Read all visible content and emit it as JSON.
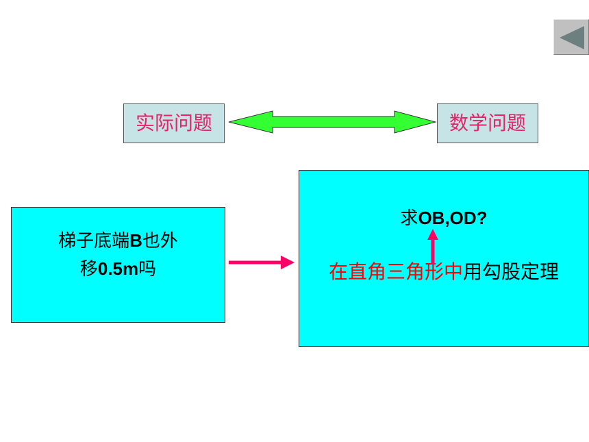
{
  "labels": {
    "practical": "实际问题",
    "math": "数学问题"
  },
  "problem": {
    "line1_pre": "梯子底端",
    "line1_b": "B",
    "line1_post": "也外",
    "line2_pre": "移",
    "line2_b": "0.5m",
    "line2_post": "吗"
  },
  "solution": {
    "q_pre": "求",
    "q_b": "OB,OD?",
    "method_red": "在直角三角形中",
    "method_black": "用勾股定理"
  },
  "colors": {
    "label_text": "#e8226a",
    "label_bg": "#c6e4e6",
    "cyan": "#00ffff",
    "green_arrow": "#33ff33",
    "pink_arrow": "#ff0066",
    "red_text": "#ff0000"
  },
  "icons": {
    "back": "triangle-left-icon"
  }
}
